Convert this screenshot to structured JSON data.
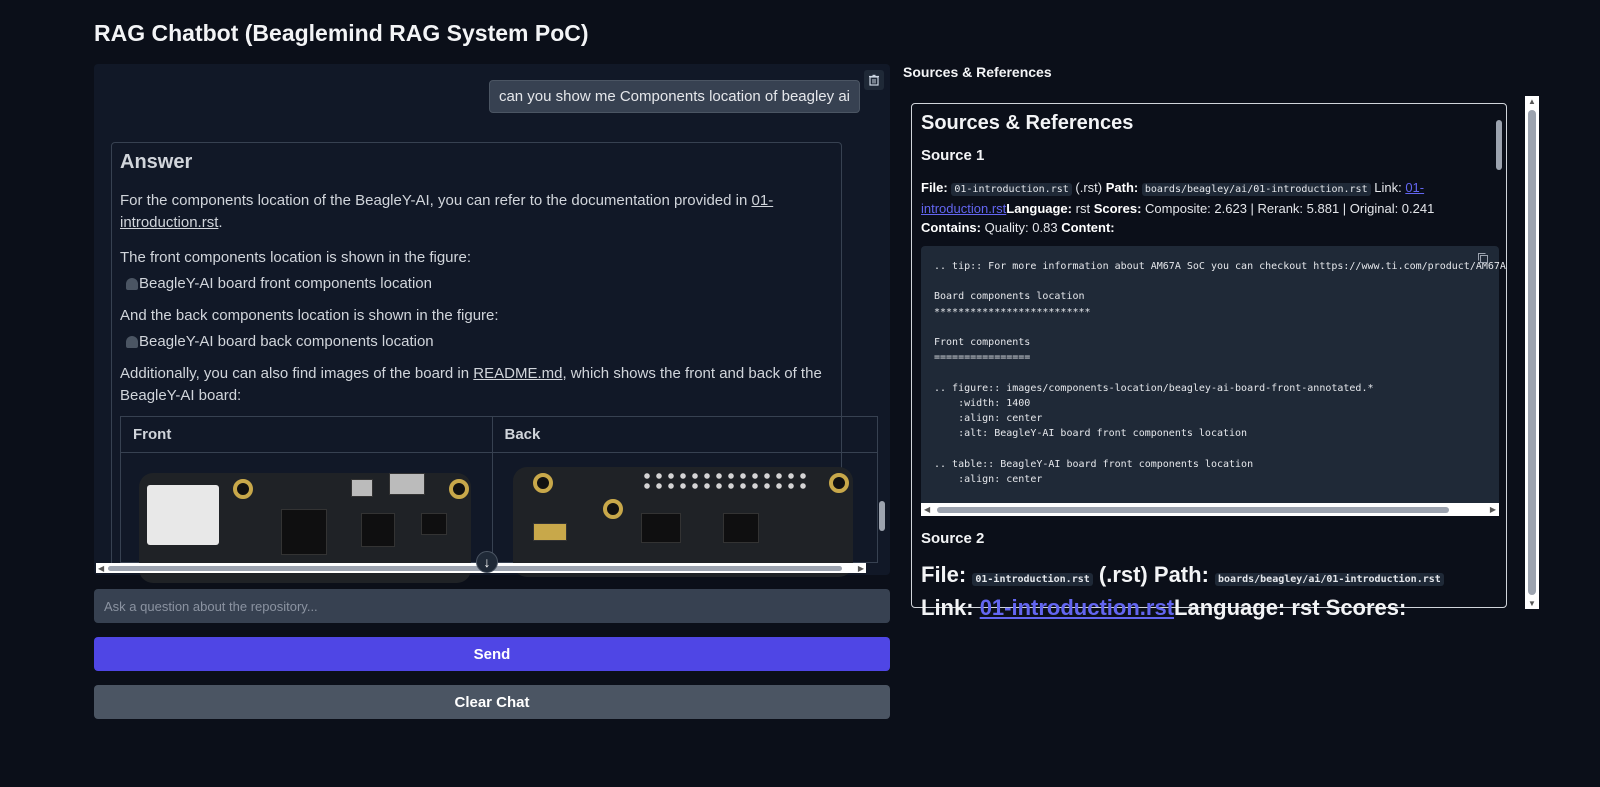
{
  "app": {
    "title": "RAG Chatbot (Beaglemind RAG System PoC)"
  },
  "chat": {
    "user_message": "can you show me Components location of beagley ai",
    "answer": {
      "heading": "Answer",
      "p1_prefix": "For the components location of the BeagleY-AI, you can refer to the documentation provided in ",
      "p1_link": "01-introduction.rst",
      "p1_suffix": ".",
      "p2": "The front components location is shown in the figure:",
      "img_front_alt": "BeagleY-AI board front components location",
      "p3": "And the back components location is shown in the figure:",
      "img_back_alt": "BeagleY-AI board back components location",
      "p4_prefix": "Additionally, you can also find images of the board in ",
      "p4_link": "README.md",
      "p4_suffix": ", which shows the front and back of the BeagleY-AI board:",
      "table": {
        "col_front": "Front",
        "col_back": "Back"
      }
    }
  },
  "input": {
    "placeholder": "Ask a question about the repository..."
  },
  "buttons": {
    "send": "Send",
    "clear": "Clear Chat"
  },
  "sources": {
    "section_label": "Sources & References",
    "title": "Sources & References",
    "source1": {
      "heading": "Source 1",
      "file_label": "File:",
      "file": "01-introduction.rst",
      "ext": "(.rst)",
      "path_label": "Path:",
      "path": "boards/beagley/ai/01-introduction.rst",
      "link_label": "Link:",
      "link": "01-introduction.rst",
      "language_label": "Language:",
      "language": "rst",
      "scores_label": "Scores:",
      "scores": "Composite: 2.623 | Rerank: 5.881 | Original: 0.241",
      "contains_label": "Contains:",
      "quality": "Quality: 0.83",
      "content_label": "Content:",
      "code": ".. tip:: For more information about AM67A SoC you can checkout https://www.ti.com/product/AM67A\n\nBoard components location\n**************************\n\nFront components\n================\n\n.. figure:: images/components-location/beagley-ai-board-front-annotated.*\n    :width: 1400\n    :align: center\n    :alt: BeagleY-AI board front components location\n\n.. table:: BeagleY-AI board front components location\n    :align: center"
    },
    "source2": {
      "heading": "Source 2",
      "file_label": "File:",
      "file": "01-introduction.rst",
      "ext": "(.rst)",
      "path_label": "Path:",
      "path": "boards/beagley/ai/01-introduction.rst",
      "link_label": "Link:",
      "link": "01-introduction.rst",
      "language_label": "Language:",
      "language": "rst",
      "scores_label": "Scores:"
    }
  },
  "icons": {
    "trash": "trash-icon",
    "copy": "copy-icon",
    "scroll_down": "arrow-down-icon",
    "broken_image": "broken-image-icon"
  },
  "colors": {
    "background": "#0b0f19",
    "panel": "#111827",
    "send": "#4f46e5",
    "clear": "#4b5563",
    "link": "#6366f1"
  }
}
